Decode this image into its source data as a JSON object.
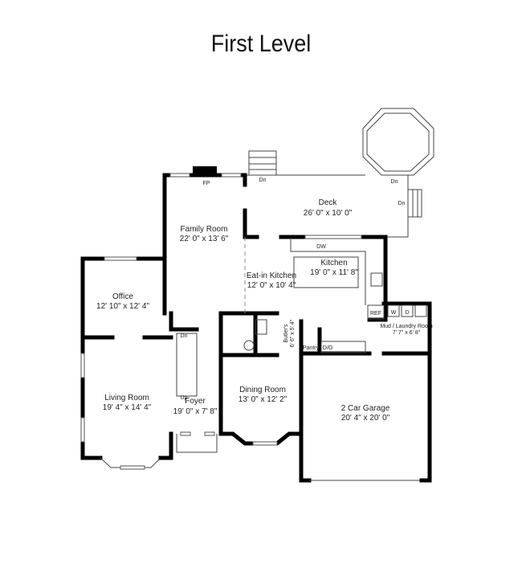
{
  "title": "First Level",
  "rooms": {
    "deck": {
      "name": "Deck",
      "size": "26' 0\" x 10' 0\""
    },
    "family_room": {
      "name": "Family Room",
      "size": "22' 0\" x 13' 6\""
    },
    "kitchen": {
      "name": "Kitchen",
      "size": "19' 0\" x 11' 8\""
    },
    "eat_in_kitchen": {
      "name": "Eat-in Kitchen",
      "size": "12' 0\" x 10' 4\""
    },
    "office": {
      "name": "Office",
      "size": "12' 10\" x 12' 4\""
    },
    "living_room": {
      "name": "Living Room",
      "size": "19' 4\" x 14' 4\""
    },
    "foyer": {
      "name": "Foyer",
      "size": "19' 0\" x 7' 8\""
    },
    "dining_room": {
      "name": "Dining Room",
      "size": "13' 0\" x 12' 2\""
    },
    "garage": {
      "name": "2 Car Garage",
      "size": "20' 4\" x 20' 0\""
    },
    "butlers": {
      "name": "Butler's",
      "size": "6' 6\" x 5' 4\""
    },
    "mud_laundry": {
      "name": "Mud / Laundry Room",
      "size": "7' 7\" x 6' 8\""
    }
  },
  "fixtures": {
    "fp": "FP",
    "dn": "Dn",
    "up": "Up",
    "dw": "DW",
    "ref": "REF",
    "w": "W",
    "d": "D",
    "pantry": "Pantry",
    "do": "D/O"
  }
}
